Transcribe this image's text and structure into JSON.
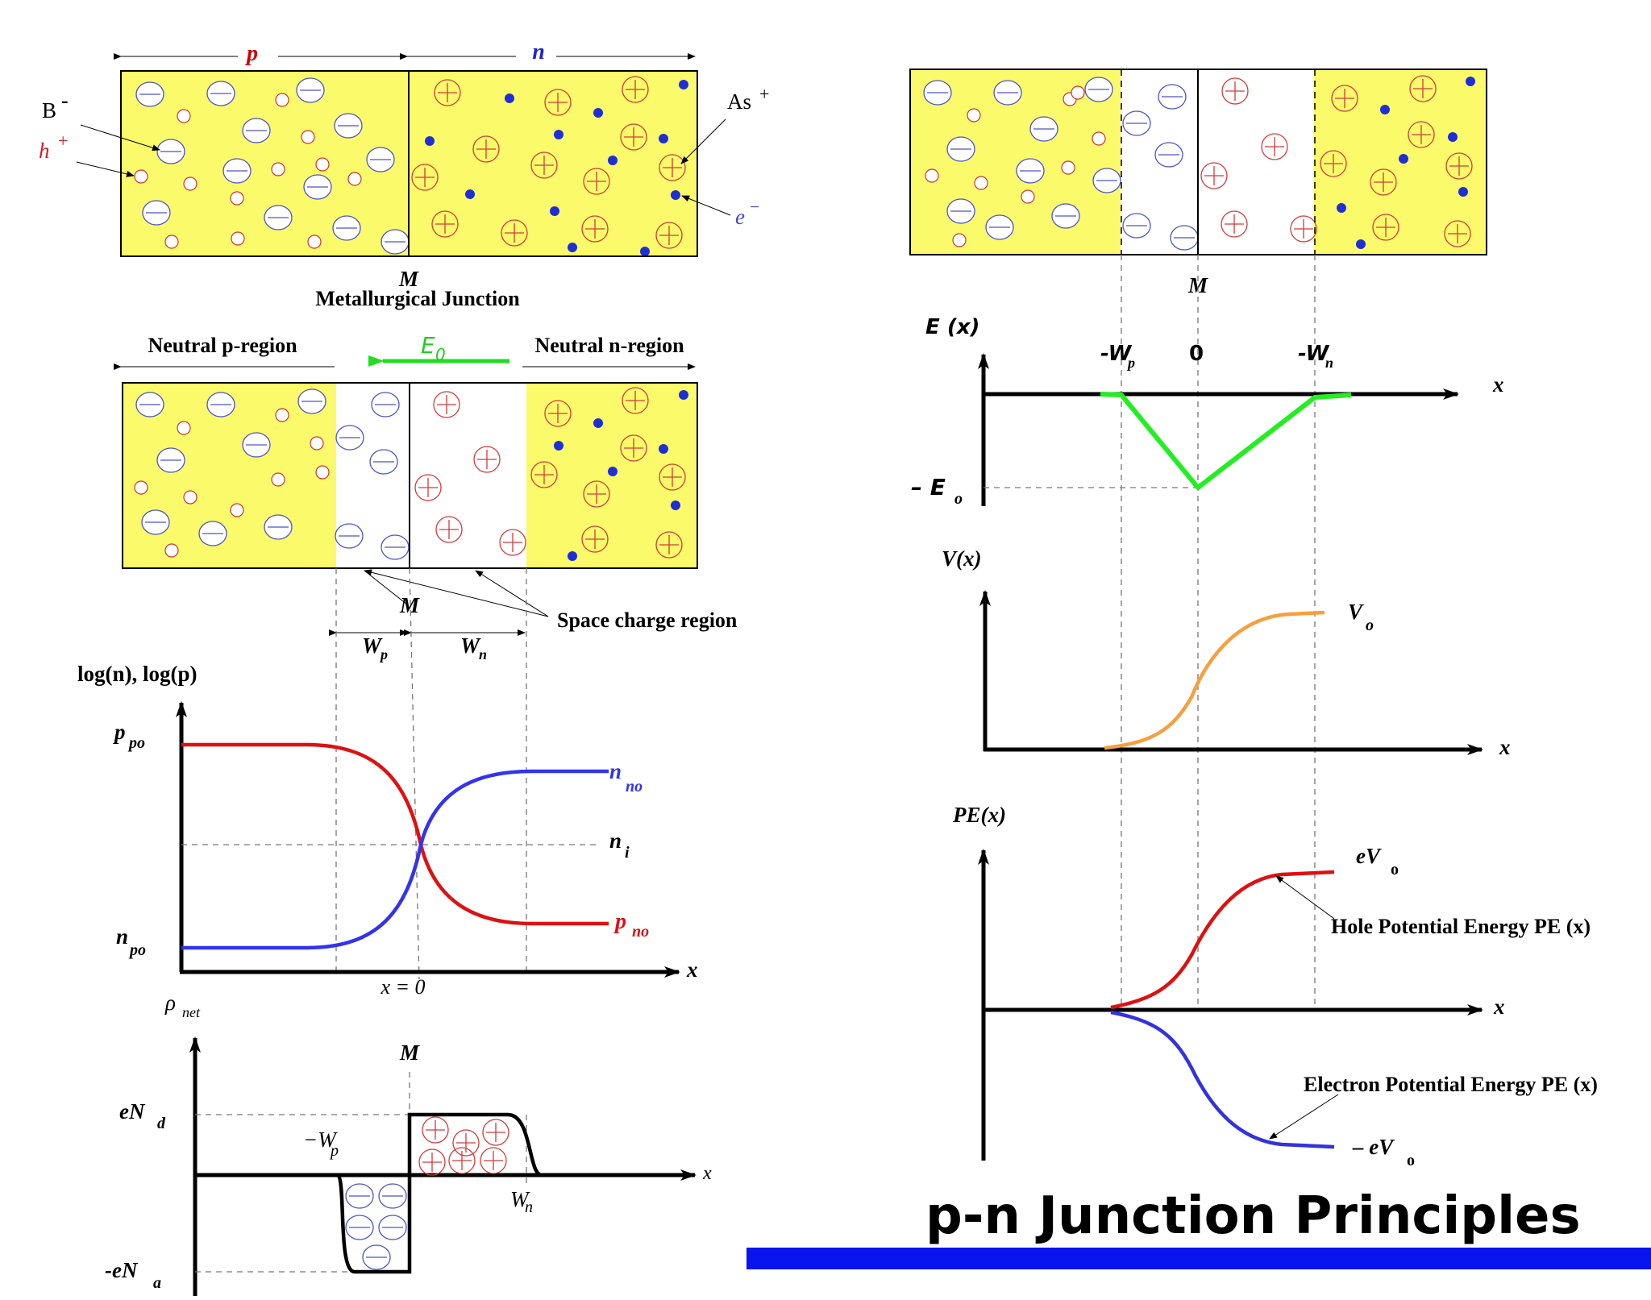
{
  "title": "p-n Junction Principles",
  "colors": {
    "neutral_region": "#fbfa6a",
    "acceptor_ion": "#4a55c8",
    "donor_ion": "#d23a3a",
    "hole": "#cc3333",
    "electron": "#1f2fd6",
    "field": "#22dd22",
    "potential": "#f5a040",
    "hole_pe": "#dd1111",
    "electron_pe": "#3333dd",
    "carrier_p": "#dd1111",
    "carrier_n": "#3333ee",
    "banner": "#0a14ee"
  },
  "icons": {
    "acceptor": "circle-minus-icon",
    "donor": "circle-plus-icon",
    "hole": "small-circle-icon",
    "electron": "filled-dot-icon"
  },
  "top_left": {
    "p_label": "p",
    "n_label": "n",
    "b_label": "B",
    "b_sup": "-",
    "h_label": "h",
    "h_sup": "+",
    "as_label": "As",
    "as_sup": "+",
    "e_label": "e",
    "e_sup": "−",
    "m_label": "M",
    "junction_caption": "Metallurgical Junction"
  },
  "mid_left": {
    "neutral_p": "Neutral p-region",
    "neutral_n": "Neutral n-region",
    "field_label": "E",
    "field_sub": "0",
    "m_label": "M",
    "scr_label": "Space charge region",
    "wp_label": "W",
    "wp_sub": "p",
    "wn_label": "W",
    "wn_sub": "n"
  },
  "carrier_plot": {
    "ylabel": "log(n), log(p)",
    "ppo": "p",
    "ppo_sub": "po",
    "nno": "n",
    "nno_sub": "no",
    "ni": "n",
    "ni_sub": "i",
    "npo": "n",
    "npo_sub": "po",
    "pno": "p",
    "pno_sub": "no",
    "xlabel": "x",
    "x0": "x = 0"
  },
  "charge_plot": {
    "ylabel": "ρ",
    "ylabel_sub": "net",
    "m_label": "M",
    "end": "eN",
    "end_sub": "d",
    "ena": "-eN",
    "ena_sub": "a",
    "wp": "−W",
    "wp_sub": "p",
    "wn": "W",
    "wn_sub": "n",
    "xlabel": "x"
  },
  "top_right": {
    "m_label": "M"
  },
  "field_plot": {
    "ylabel": "E (x)",
    "wp": "-W",
    "wp_sub": "p",
    "zero": "0",
    "wn": "-W",
    "wn_sub": "n",
    "xlabel": "x",
    "e0": "– E",
    "e0_sub": "o"
  },
  "potential_plot": {
    "ylabel": "V(x)",
    "v0": "V",
    "v0_sub": "o",
    "xlabel": "x"
  },
  "energy_plot": {
    "ylabel": "PE(x)",
    "ev0": "eV",
    "ev0_sub": "o",
    "hole_caption": "Hole Potential Energy PE (x)",
    "electron_caption": "Electron Potential Energy PE (x)",
    "nev0": "– eV",
    "nev0_sub": "o",
    "xlabel": "x"
  }
}
